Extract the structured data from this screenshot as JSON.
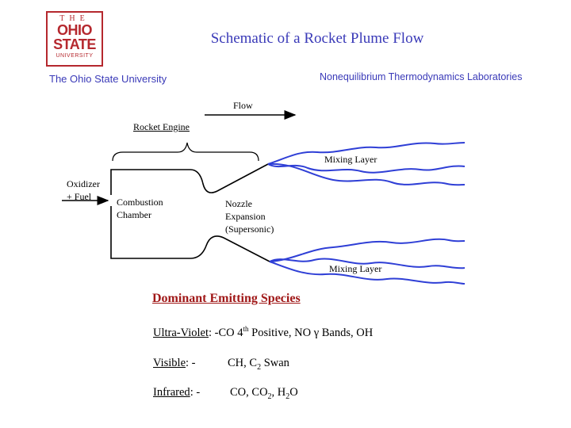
{
  "logo": {
    "the": "THE",
    "line1": "OHIO",
    "line2": "STATE",
    "line3": "UNIVERSITY"
  },
  "title": "Schematic of a Rocket Plume Flow",
  "header_left": "The Ohio State University",
  "header_right": "Nonequilibrium Thermodynamics Laboratories",
  "diagram": {
    "flow_label": "Flow",
    "rocket_engine_label": "Rocket Engine",
    "mixing_layer_top": "Mixing Layer",
    "mixing_layer_bottom": "Mixing Layer",
    "oxidizer_line1": "Oxidizer",
    "oxidizer_line2": "+ Fuel",
    "combustion_line1": "Combustion",
    "combustion_line2": "Chamber",
    "nozzle_line1": "Nozzle",
    "nozzle_line2": "Expansion",
    "nozzle_line3": "(Supersonic)",
    "colors": {
      "plume": "#2f3fd6",
      "engine": "#000000"
    }
  },
  "species": {
    "heading": "Dominant Emitting Species",
    "uv_label": "Ultra-Violet",
    "uv_sep": ": -",
    "uv_text1": "CO 4",
    "uv_sup": "th",
    "uv_text2": " Positive,  NO ",
    "uv_gamma": "γ",
    "uv_text3": " Bands, OH",
    "vis_label": "Visible",
    "vis_sep": ": -",
    "vis_text1": "CH, C",
    "vis_sub": "2",
    "vis_text2": " Swan",
    "ir_label": "Infrared",
    "ir_sep": ": -",
    "ir_text1": "CO, CO",
    "ir_sub1": "2",
    "ir_text2": ", H",
    "ir_sub2": "2",
    "ir_text3": "O"
  }
}
